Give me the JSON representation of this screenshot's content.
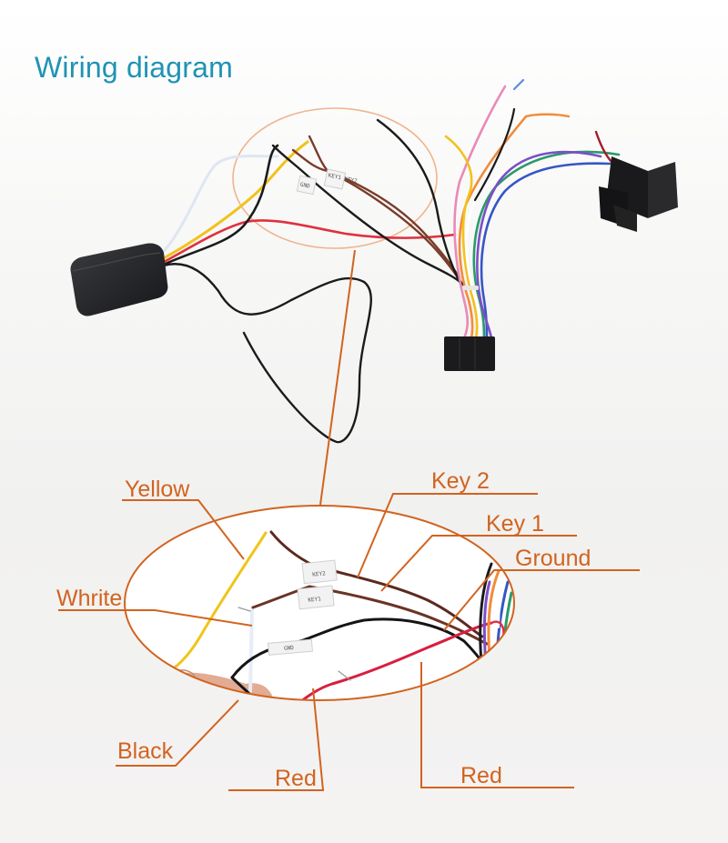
{
  "title": "Wiring diagram",
  "colors": {
    "title": "#1f93b4",
    "annotation": "#d2631f",
    "callout_ring_top": "#f0b48e"
  },
  "product": {
    "module_box": "control-module",
    "connectors": [
      "iso-connector",
      "16-pin-harness-connector"
    ],
    "wire_tags": [
      "KEY1",
      "KEY2",
      "GND"
    ]
  },
  "labels": {
    "yellow": "Yellow",
    "white": "Whrite",
    "black": "Black",
    "red_left": "Red",
    "red_right": "Red",
    "key2": "Key 2",
    "key1": "Key 1",
    "ground": "Ground"
  },
  "tags": {
    "key2": "KEY2",
    "key1": "KEY1",
    "gnd": "GND",
    "top_pair": "KEY1 KEY2",
    "top_gnd": "GND"
  }
}
